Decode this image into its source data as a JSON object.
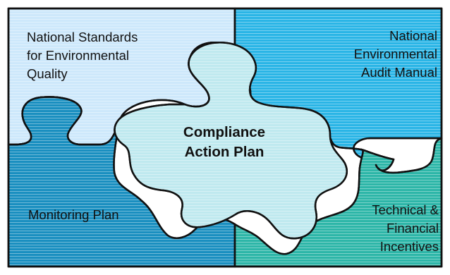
{
  "diagram": {
    "colors": {
      "top_left": "#cde8fb",
      "top_right": "#2ab5e6",
      "bottom_left": "#1a8fc0",
      "bottom_right": "#2db6a8",
      "center": "#bfe9ef",
      "outline": "#111111"
    },
    "pieces": {
      "top_left": "National Standards\nfor Environmental\nQuality",
      "top_right": "National\nEnvironmental\nAudit Manual",
      "center": "Compliance\nAction Plan",
      "bottom_left": "Monitoring Plan",
      "bottom_right": "Technical &\nFinancial\nIncentives"
    }
  }
}
